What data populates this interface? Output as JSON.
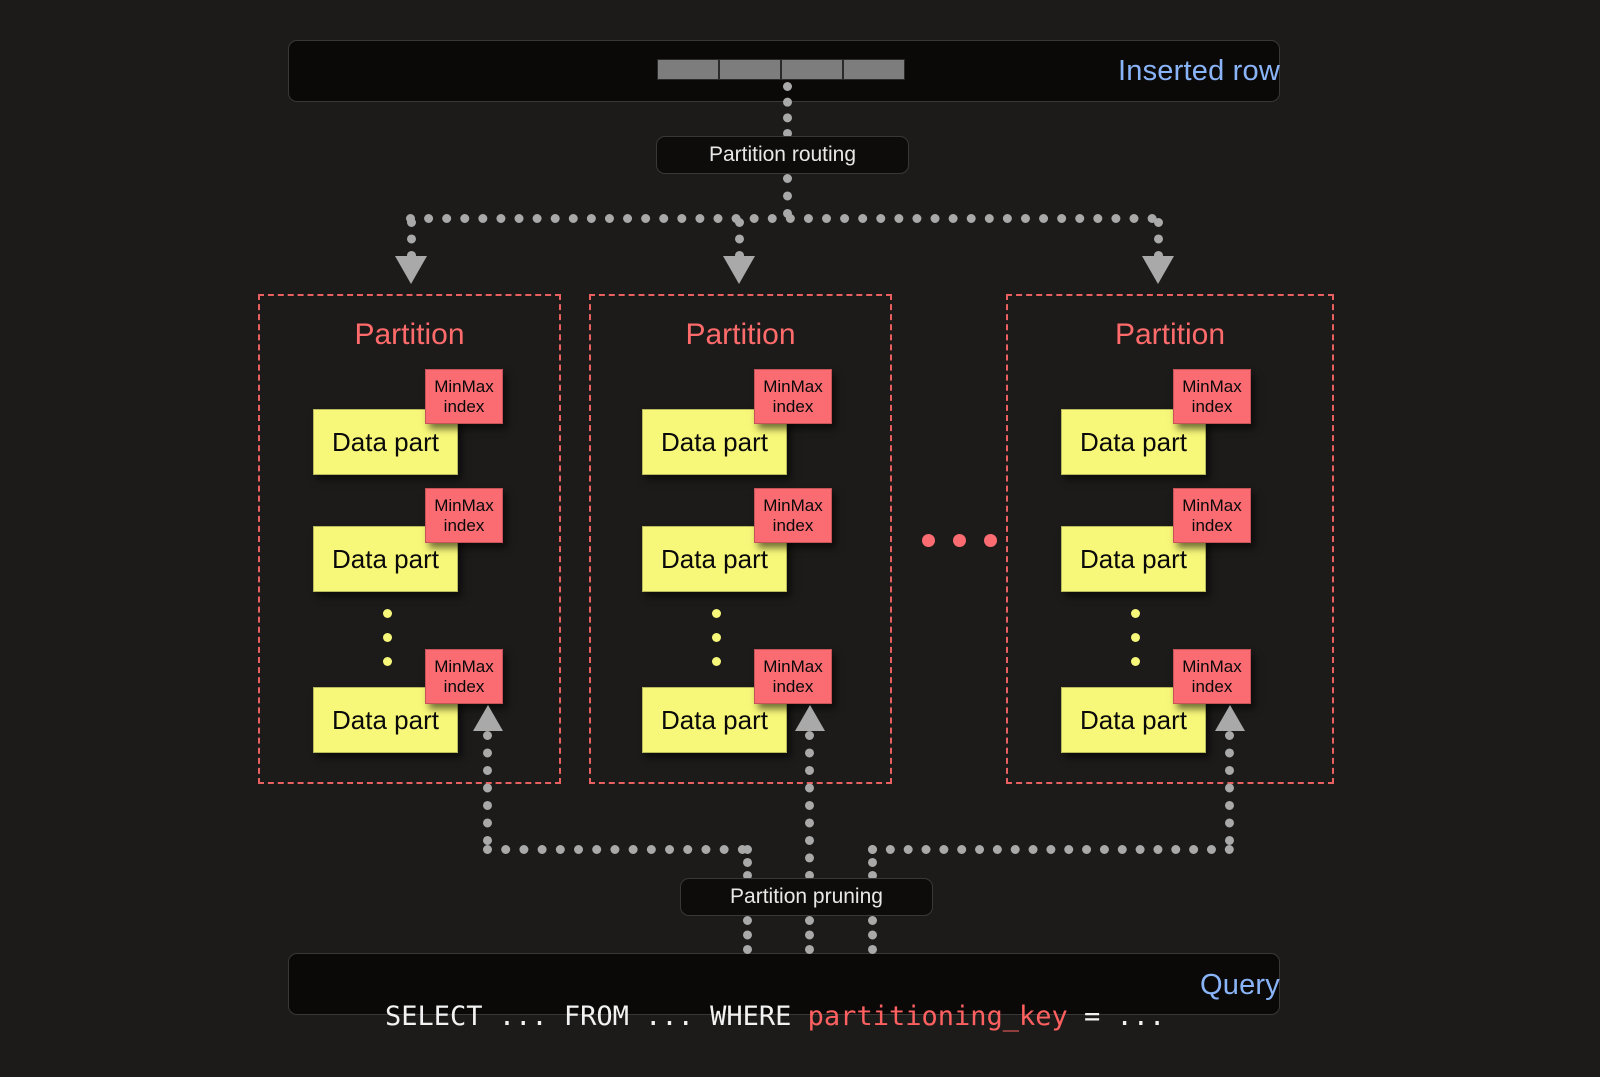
{
  "diagram": {
    "title": "Partitioning: insert routing and query pruning",
    "background_color": "#1c1b1a",
    "accent_blue": "#8ab4f8",
    "accent_red": "#ff6b6b",
    "datapart_yellow": "#f7f779",
    "minmax_pink": "#fa6b72",
    "connector_gray": "#a9a9a9"
  },
  "inserted_row": {
    "label": "Inserted row",
    "cell_count": 4,
    "cell_color": "#7d7d7d"
  },
  "routing": {
    "label": "Partition routing"
  },
  "pruning": {
    "label": "Partition pruning"
  },
  "query": {
    "label": "Query",
    "sql_prefix": "SELECT ... FROM ... WHERE ",
    "sql_key": "partitioning_key",
    "sql_suffix": " = ..."
  },
  "partition_common": {
    "title": "Partition",
    "datapart_label": "Data part",
    "minmax_label": "MinMax index",
    "minmax_line1": "MinMax",
    "minmax_line2": "index",
    "parts_per_partition": 3,
    "vertical_ellipsis_dots": 3
  },
  "partitions": [
    {
      "title": "Partition",
      "parts": [
        {
          "datapart_label": "Data part",
          "minmax_line1": "MinMax",
          "minmax_line2": "index"
        },
        {
          "datapart_label": "Data part",
          "minmax_line1": "MinMax",
          "minmax_line2": "index"
        },
        {
          "datapart_label": "Data part",
          "minmax_line1": "MinMax",
          "minmax_line2": "index"
        }
      ]
    },
    {
      "title": "Partition",
      "parts": [
        {
          "datapart_label": "Data part",
          "minmax_line1": "MinMax",
          "minmax_line2": "index"
        },
        {
          "datapart_label": "Data part",
          "minmax_line1": "MinMax",
          "minmax_line2": "index"
        },
        {
          "datapart_label": "Data part",
          "minmax_line1": "MinMax",
          "minmax_line2": "index"
        }
      ]
    },
    {
      "title": "Partition",
      "parts": [
        {
          "datapart_label": "Data part",
          "minmax_line1": "MinMax",
          "minmax_line2": "index"
        },
        {
          "datapart_label": "Data part",
          "minmax_line1": "MinMax",
          "minmax_line2": "index"
        },
        {
          "datapart_label": "Data part",
          "minmax_line1": "MinMax",
          "minmax_line2": "index"
        }
      ]
    }
  ],
  "between_partitions_ellipsis": {
    "dot_count": 3,
    "color": "#fa6b72"
  }
}
